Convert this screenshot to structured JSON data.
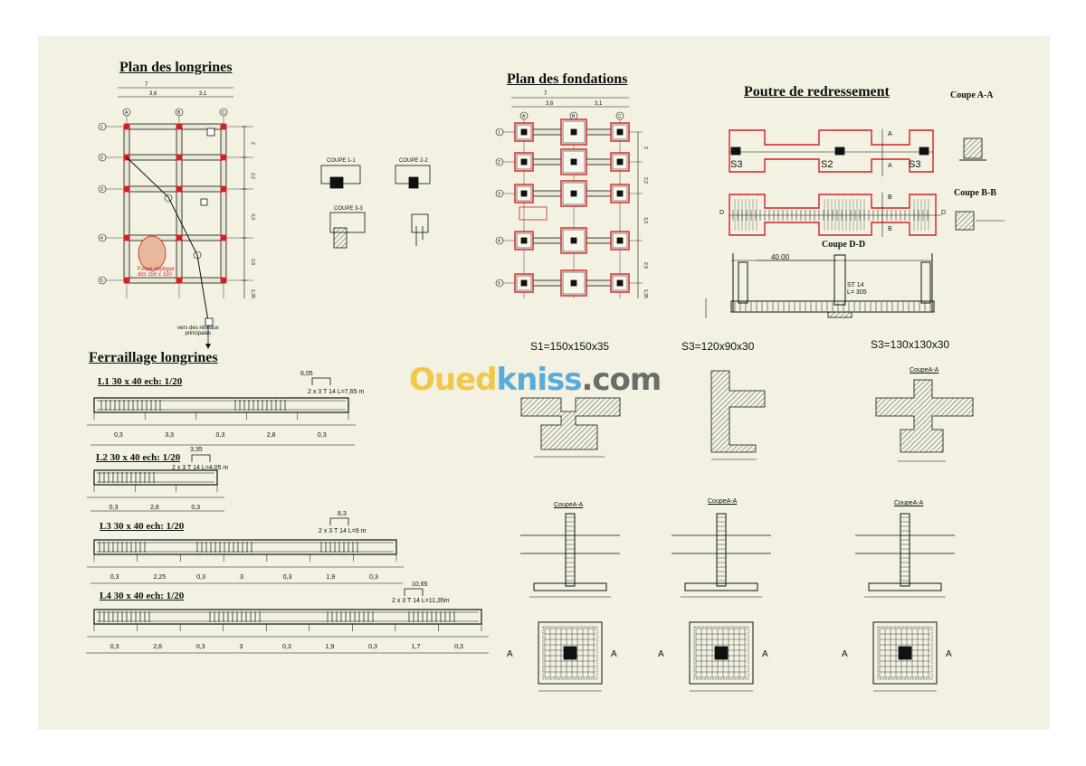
{
  "titles": {
    "plan_longrines": "Plan des longrines",
    "plan_fondations": "Plan des fondations",
    "poutre": "Poutre de redressement",
    "ferraillage": "Ferraillage longrines",
    "coupe_aa": "Coupe A-A",
    "coupe_bb": "Coupe B-B",
    "coupe_dd": "Coupe D-D"
  },
  "plan_longrines": {
    "dim_total": "7",
    "dims": [
      "3,6",
      "3,1"
    ],
    "axes_cols": [
      "A",
      "B",
      "C"
    ],
    "axes_rows": [
      "1",
      "2",
      "3",
      "4",
      "5"
    ],
    "row_dims": [
      "2",
      "2,2",
      "3,3",
      "2,9",
      "1,35"
    ],
    "note_reseau": "vers des réseaux\nprincipales",
    "note_fosse": "Fosse septique\ndim 150 x 150"
  },
  "plan_fondations": {
    "dim_total": "7",
    "dims": [
      "3,6",
      "3,1"
    ],
    "axes_cols": [
      "A",
      "B",
      "C"
    ],
    "axes_rows": [
      "1",
      "2",
      "3",
      "4",
      "5"
    ],
    "row_dims": [
      "2",
      "2,2",
      "3,3",
      "2,9",
      "1,35"
    ]
  },
  "coupes_small": [
    "COUPE 1-1",
    "COUPE 2-2",
    "COUPE 3-3"
  ],
  "poutre": {
    "s_labels": [
      "S3",
      "S2",
      "S3"
    ],
    "section_letters": [
      "A",
      "A",
      "B",
      "B",
      "D",
      "D"
    ],
    "dd_top": "40.00",
    "dd_st": "ST 14",
    "dd_l": "L= 305"
  },
  "semelles": {
    "s1": "S1=150x150x35",
    "s3a": "S3=120x90x30",
    "s3b": "S3=130x130x30",
    "coupe_label": "CoupeA-A"
  },
  "longrines": [
    {
      "title": "L1  30 x 40 ech: 1/20",
      "bar": "2 x 3 T 14  L=7,65 m",
      "hook": "6,05",
      "spans": [
        "0,3",
        "3,3",
        "0,3",
        "2,8",
        "0,3"
      ]
    },
    {
      "title": "L2  30 x 40 ech: 1/20",
      "bar": "2 x 3 T 14  L=4,05 m",
      "hook": "3,35",
      "spans": [
        "0,3",
        "2,8",
        "0,3"
      ]
    },
    {
      "title": "L3  30 x 40 ech: 1/20",
      "bar": "2 x 3 T 14  L=9 m",
      "hook": "8,3",
      "spans": [
        "0,3",
        "2,25",
        "0,3",
        "3",
        "0,3",
        "1,9",
        "0,3"
      ]
    },
    {
      "title": "L4  30 x 40 ech: 1/20",
      "bar": "2 x 3 T 14  L=11,35m",
      "hook": "10,65",
      "spans": [
        "0,3",
        "2,6",
        "0,3",
        "3",
        "0,3",
        "1,9",
        "0,3",
        "1,7",
        "0,3"
      ]
    }
  ],
  "watermark": {
    "part1": "Oued",
    "part2": "kniss",
    "part3": ".com"
  },
  "colors": {
    "sheet": "#f2f1e2",
    "ink": "#111111",
    "red": "#d42020",
    "hatch": "#555555"
  }
}
